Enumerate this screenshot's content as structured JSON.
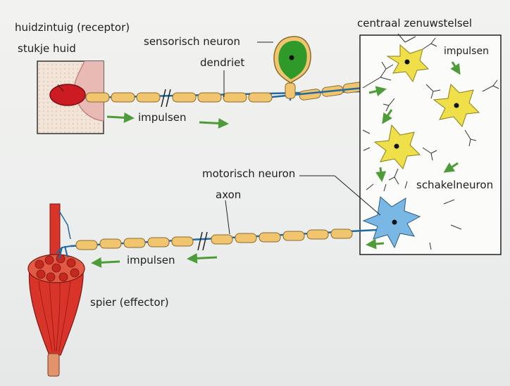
{
  "labels": {
    "receptor": "huidzintuig (receptor)",
    "skin": "stukje huid",
    "sensory_neuron": "sensorisch neuron",
    "dendrite": "dendriet",
    "cns": "centraal zenuwstelsel",
    "impulses_cns": "impulsen",
    "interneuron": "schakelneuron",
    "motor_neuron": "motorisch neuron",
    "axon": "axon",
    "impulses_top": "impulsen",
    "impulses_bottom": "impulsen",
    "effector": "spier (effector)"
  },
  "colors": {
    "skin": "#f2d6c8",
    "receptor": "#cc1b23",
    "sensory_soma": "#2f9a2a",
    "interneuron": "#efe04a",
    "motor_neuron": "#79b8e4",
    "myelin": "#f1c46e",
    "muscle": "#d9342a",
    "arrow": "#4e9b3a"
  }
}
